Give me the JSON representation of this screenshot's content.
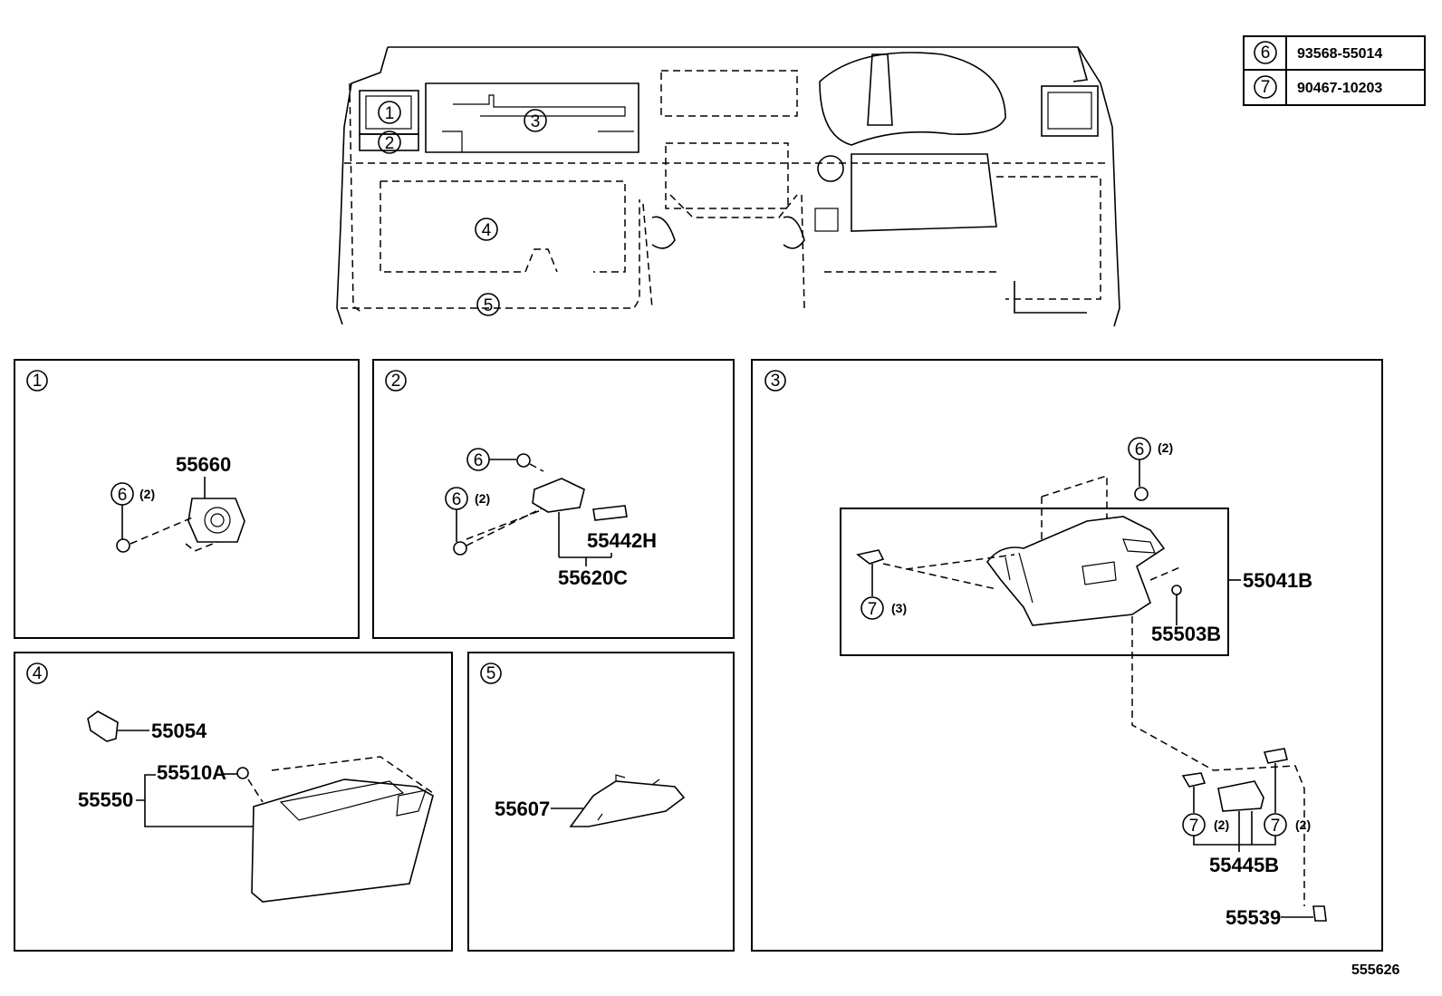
{
  "table": [
    {
      "ref": "6",
      "part": "93568-55014"
    },
    {
      "ref": "7",
      "part": "90467-10203"
    }
  ],
  "overview": {
    "callouts": [
      "1",
      "2",
      "3",
      "4",
      "5"
    ]
  },
  "panels": {
    "p1": {
      "ref": "1",
      "part": "55660",
      "screw_ref": "6",
      "screw_qty": "(2)"
    },
    "p2": {
      "ref": "2",
      "screw_ref_a": "6",
      "screw_ref_b": "6",
      "screw_qty_b": "(2)",
      "part_a": "55442H",
      "part_b": "55620C"
    },
    "p3": {
      "ref": "3",
      "screw_ref": "6",
      "screw_qty": "(2)",
      "clip_ref": "7",
      "clip_qty": "(3)",
      "part_a": "55041B",
      "part_b": "55503B",
      "clip_ref_l": "7",
      "clip_qty_l": "(2)",
      "clip_ref_r": "7",
      "clip_qty_r": "(2)",
      "part_c": "55445B",
      "part_d": "55539"
    },
    "p4": {
      "ref": "4",
      "part_a": "55054",
      "part_b": "55510A",
      "part_c": "55550"
    },
    "p5": {
      "ref": "5",
      "part": "55607"
    }
  },
  "footer": {
    "diagram_id": "555626"
  }
}
